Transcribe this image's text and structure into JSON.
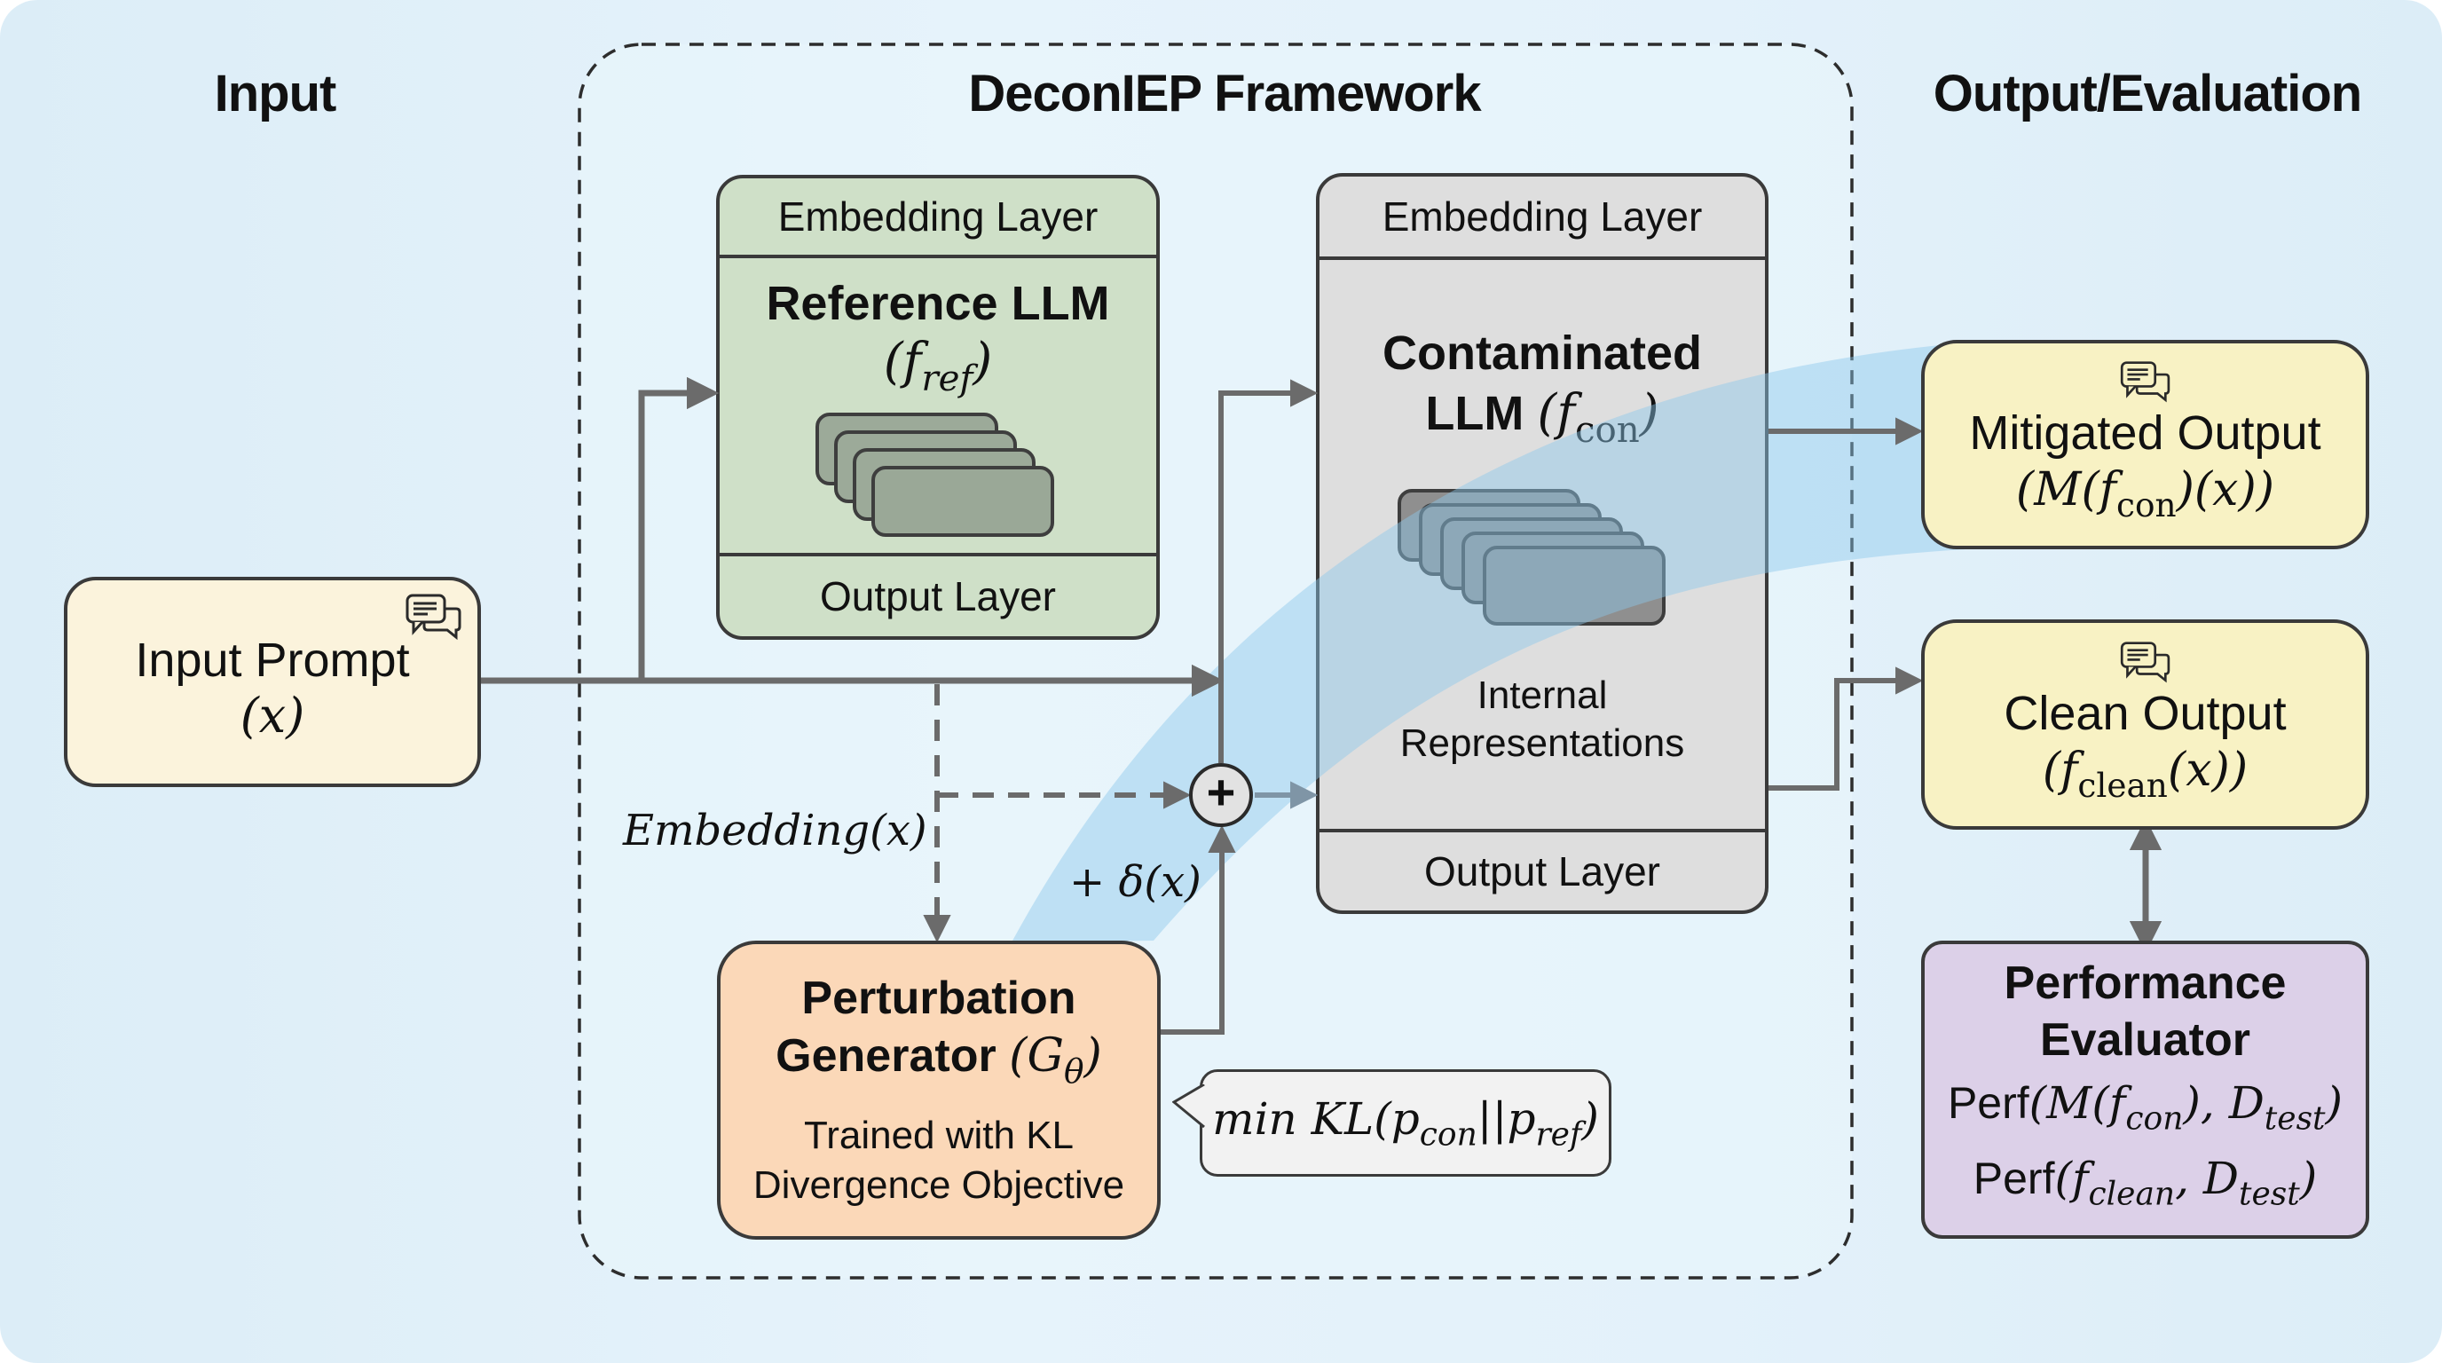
{
  "sections": {
    "input_title": "Input",
    "framework_title": "DeconIEP Framework",
    "output_title": "Output/Evaluation"
  },
  "input_prompt": {
    "label": "Input Prompt",
    "math": "(x)",
    "icon": "chat-bubbles-icon"
  },
  "reference_llm": {
    "top_layer": "Embedding Layer",
    "title": "Reference LLM",
    "math_prefix": "(f",
    "math_sub": "ref",
    "math_suffix": ")",
    "bottom_layer": "Output Layer",
    "layer_stack_count": 4
  },
  "contaminated_llm": {
    "top_layer": "Embedding Layer",
    "title_line1": "Contaminated",
    "title_line2": "LLM",
    "math_prefix": "(f",
    "math_sub": "con",
    "math_suffix": ")",
    "internal_label_line1": "Internal",
    "internal_label_line2": "Representations",
    "bottom_layer": "Output Layer",
    "layer_stack_count": 5
  },
  "perturbation_generator": {
    "title_line1": "Perturbation",
    "title_line2": "Generator",
    "math_prefix": "(G",
    "math_sub": "θ",
    "math_suffix": ")",
    "desc_line1": "Trained with KL",
    "desc_line2": "Divergence Objective"
  },
  "kl_bubble": {
    "prefix": "min KL(p",
    "sub1": "con",
    "middle": "||p",
    "sub2": "ref",
    "suffix": ")"
  },
  "edge_labels": {
    "embedding": "Embedding(x)",
    "delta": "+ δ(x)",
    "plus_symbol": "+"
  },
  "mitigated_output": {
    "label": "Mitigated Output",
    "math_prefix": "(M(f",
    "math_sub": "con",
    "math_suffix": ")(x))",
    "icon": "chat-bubbles-icon"
  },
  "clean_output": {
    "label": "Clean Output",
    "math_prefix": "(f",
    "math_sub": "clean",
    "math_suffix": "(x))",
    "icon": "chat-bubbles-icon"
  },
  "performance_evaluator": {
    "title_line1": "Performance",
    "title_line2": "Evaluator",
    "line1_text": "Perf",
    "line1_math_a": "(M(f",
    "line1_sub_a": "con",
    "line1_math_b": "), D",
    "line1_sub_b": "test",
    "line1_math_c": ")",
    "line2_text": "Perf",
    "line2_math_a": "(f",
    "line2_sub_a": "clean",
    "line2_math_b": ", D",
    "line2_sub_b": "test",
    "line2_math_c": ")"
  },
  "colors": {
    "background": "#deeff8",
    "reference_fill": "#cfe0c8",
    "reference_stack": "#9aa897",
    "contaminated_fill": "#dedede",
    "contaminated_stack": "#8f8f8f",
    "input_fill": "#fbf3dc",
    "generator_fill": "#fbd8b8",
    "output_fill": "#f8f2c4",
    "evaluator_fill": "#dcd0e8",
    "kl_fill": "#f2f2f2",
    "wire": "#6b6b6b",
    "highlight_band": "#8cc8ea"
  }
}
